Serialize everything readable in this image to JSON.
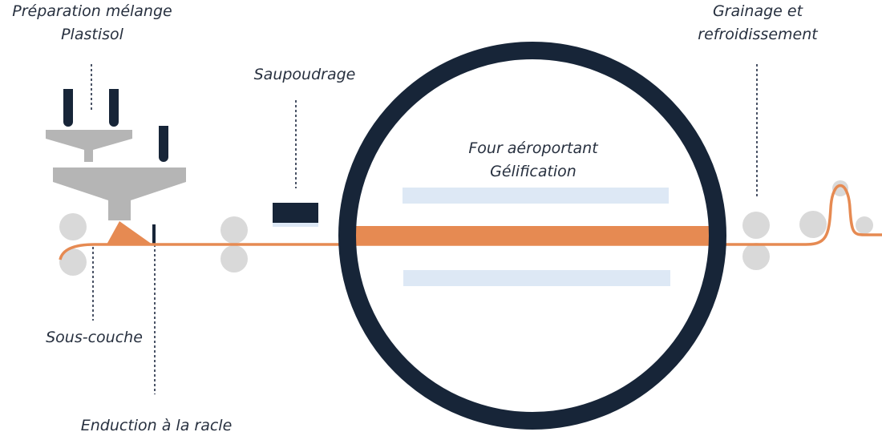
{
  "labels": {
    "preparation": [
      "Préparation mélange",
      "Plastisol"
    ],
    "saupoudrage": "Saupoudrage",
    "four": [
      "Four aéroportant",
      "Gélification"
    ],
    "grainage": [
      "Grainage et",
      "refroidissement"
    ],
    "sous_couche": "Sous-couche",
    "enduction": "Enduction à la racle"
  },
  "colors": {
    "navy": "#172538",
    "orange": "#e68a52",
    "gray": "#b5b5b5",
    "roller": "#d9d9d9",
    "lightblue": "#dde8f5"
  }
}
